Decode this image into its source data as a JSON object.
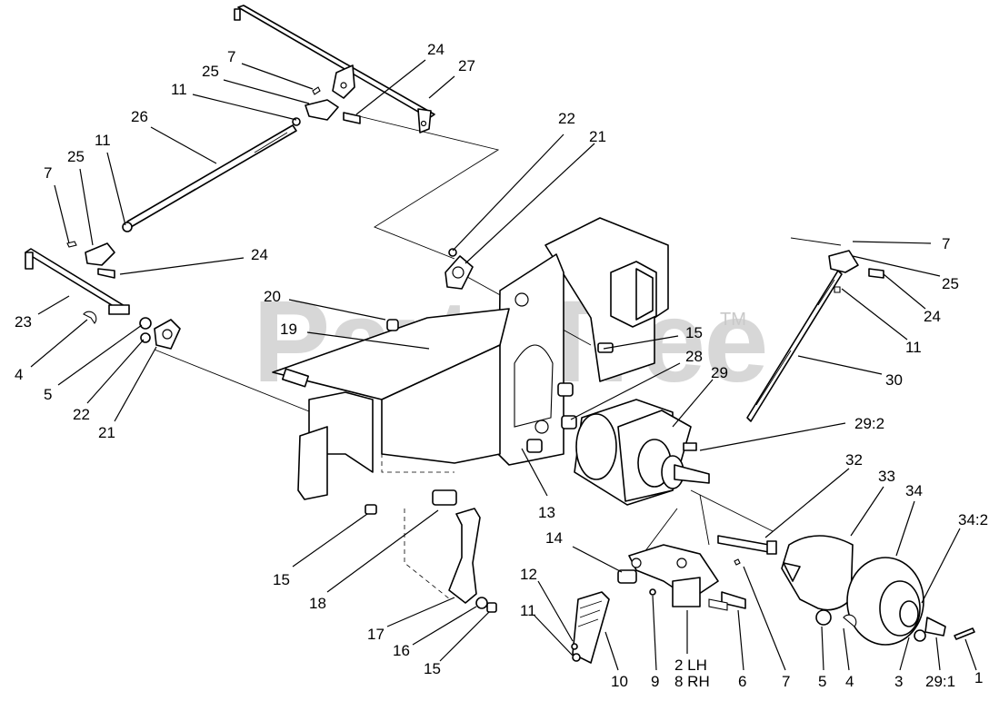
{
  "watermark": {
    "text": "PartsTree",
    "trademark": "TM"
  },
  "callouts": [
    {
      "label": "7"
    },
    {
      "label": "25"
    },
    {
      "label": "11"
    },
    {
      "label": "24"
    },
    {
      "label": "27"
    },
    {
      "label": "26"
    },
    {
      "label": "11"
    },
    {
      "label": "25"
    },
    {
      "label": "7"
    },
    {
      "label": "24"
    },
    {
      "label": "23"
    },
    {
      "label": "4"
    },
    {
      "label": "5"
    },
    {
      "label": "22"
    },
    {
      "label": "21"
    },
    {
      "label": "22"
    },
    {
      "label": "21"
    },
    {
      "label": "20"
    },
    {
      "label": "19"
    },
    {
      "label": "15"
    },
    {
      "label": "28"
    },
    {
      "label": "29"
    },
    {
      "label": "13"
    },
    {
      "label": "7"
    },
    {
      "label": "25"
    },
    {
      "label": "24"
    },
    {
      "label": "11"
    },
    {
      "label": "30"
    },
    {
      "label": "29:2"
    },
    {
      "label": "32"
    },
    {
      "label": "33"
    },
    {
      "label": "34"
    },
    {
      "label": "34:2"
    },
    {
      "label": "15"
    },
    {
      "label": "18"
    },
    {
      "label": "14"
    },
    {
      "label": "12"
    },
    {
      "label": "11"
    },
    {
      "label": "17"
    },
    {
      "label": "16"
    },
    {
      "label": "15"
    },
    {
      "label": "10"
    },
    {
      "label": "9"
    },
    {
      "label": "2 LH"
    },
    {
      "label": "8 RH"
    },
    {
      "label": "6"
    },
    {
      "label": "7"
    },
    {
      "label": "5"
    },
    {
      "label": "4"
    },
    {
      "label": "3"
    },
    {
      "label": "29:1"
    },
    {
      "label": "1"
    }
  ]
}
